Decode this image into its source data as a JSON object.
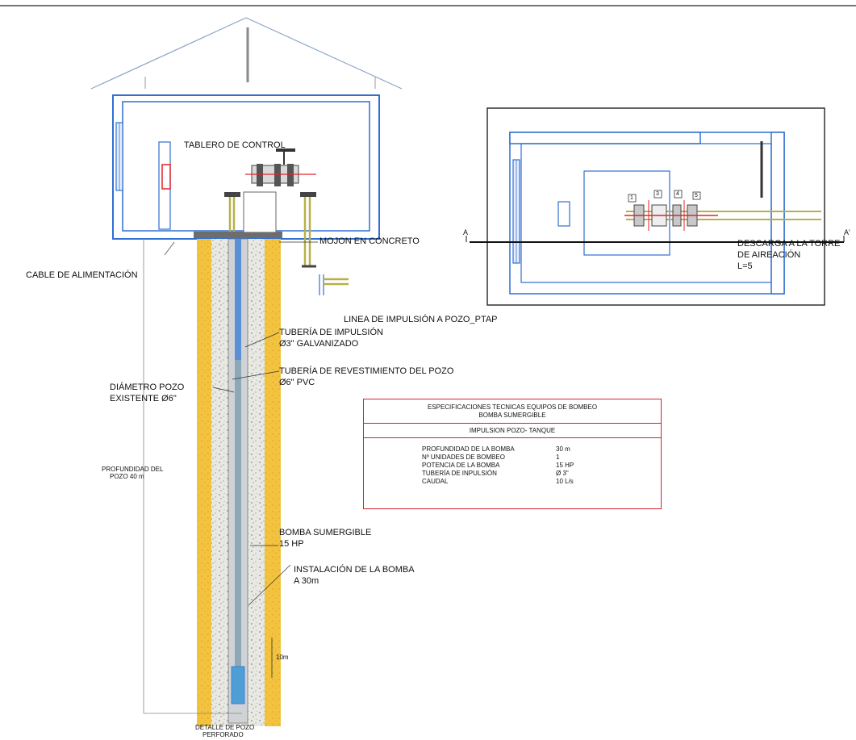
{
  "labels": {
    "tablero": "TABLERO DE CONTROL",
    "mojon": "MOJON EN CONCRETO",
    "cable": "CABLE DE ALIMENTACIÓN",
    "linea": "LINEA DE IMPULSIÓN A POZO_PTAP",
    "tuberia_impulsion_1": "TUBERÍA DE IMPULSIÓN",
    "tuberia_impulsion_2": "Ø3\" GALVANIZADO",
    "tuberia_rev_1": "TUBERÍA DE REVESTIMIENTO DEL POZO",
    "tuberia_rev_2": "Ø6\" PVC",
    "diametro_1": "DIÁMETRO POZO",
    "diametro_2": "EXISTENTE Ø6\"",
    "profundidad_1": "PROFUNDIDAD DEL",
    "profundidad_2": "POZO 40 m",
    "bomba_1": "BOMBA SUMERGIBLE",
    "bomba_2": "15 HP",
    "instalacion_1": "INSTALACIÓN DE LA BOMBA",
    "instalacion_2": "A 30m",
    "scale": "10m",
    "detalle_1": "DETALLE DE POZO",
    "detalle_2": "PERFORADO",
    "descarga_1": "DESCARGA A LA TORRE",
    "descarga_2": "DE AIREACIÓN",
    "descarga_3": "L=5",
    "section_a": "A",
    "section_a2": "A'"
  },
  "spec_table": {
    "title_1": "ESPECIFICACIONES TECNICAS EQUIPOS DE BOMBEO",
    "title_2": "BOMBA SUMERGIBLE",
    "subtitle": "IMPULSION POZO- TANQUE",
    "rows": [
      {
        "key": "PROFUNDIDAD DE LA BOMBA",
        "value": "30 m"
      },
      {
        "key": "Nº UNIDADES DE BOMBEO",
        "value": "1"
      },
      {
        "key": "POTENCIA DE LA BOMBA",
        "value": "15 HP"
      },
      {
        "key": "TUBERÍA DE INPULSIÓN",
        "value": "Ø 3\""
      },
      {
        "key": "CAUDAL",
        "value": "10 L/s"
      }
    ]
  },
  "valve_tags": [
    "1",
    "3",
    "4",
    "5"
  ],
  "colors": {
    "wall_blue": "#2f6fd1",
    "soil_yellow": "#f4c440",
    "accent_red": "#e0242b",
    "pipe_olive": "#b7b04a",
    "table_red": "#d1232a"
  }
}
